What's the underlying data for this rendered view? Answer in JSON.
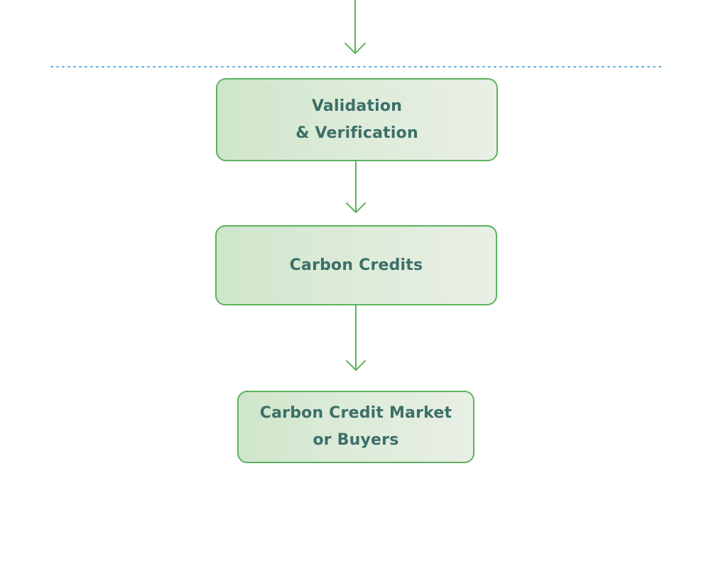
{
  "diagram": {
    "nodes": [
      {
        "id": "validation",
        "lines": [
          "Validation",
          "& Verification"
        ]
      },
      {
        "id": "credits",
        "lines": [
          "Carbon Credits"
        ]
      },
      {
        "id": "market",
        "lines": [
          "Carbon Credit Market",
          "or Buyers"
        ]
      }
    ],
    "edges": [
      {
        "from": "above",
        "to": "validation"
      },
      {
        "from": "validation",
        "to": "credits"
      },
      {
        "from": "credits",
        "to": "market"
      }
    ],
    "colors": {
      "node_border": "#5cb35f",
      "node_text": "#3c6f6a",
      "arrow": "#5cb35f",
      "divider": "#5aa9d8",
      "fill_start": "#cfe6cb",
      "fill_end": "#e9efe5"
    }
  }
}
